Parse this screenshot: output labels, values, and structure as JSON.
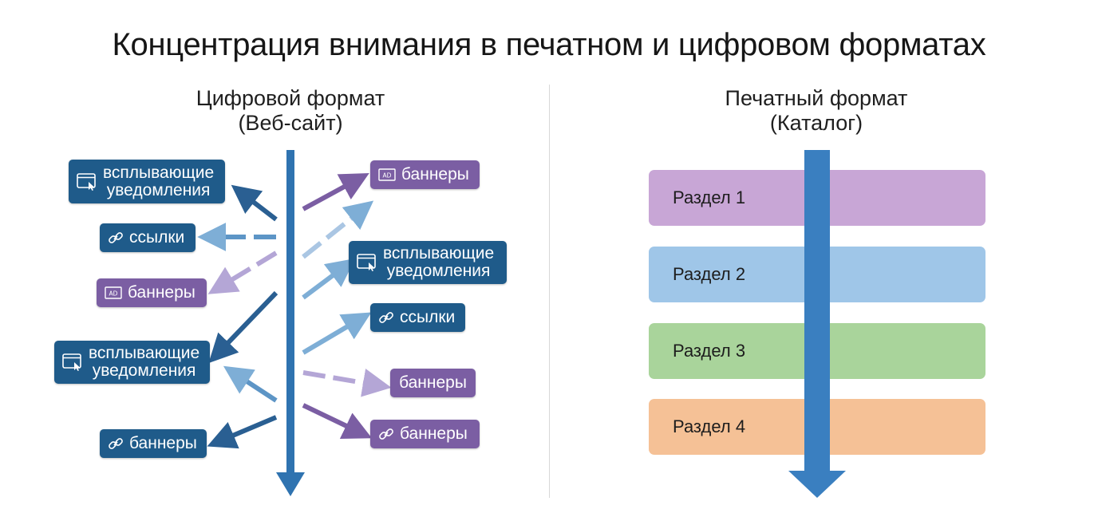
{
  "title": "Концентрация внимания в печатном и цифровом форматах",
  "digital": {
    "heading_line1": "Цифровой формат",
    "heading_line2": "(Веб-сайт)",
    "left_badges": [
      {
        "label_line1": "всплывающие",
        "label_line2": "уведомления",
        "icon": "browser-window-icon",
        "color": "#1f5b8a"
      },
      {
        "label_line1": "ссылки",
        "label_line2": "",
        "icon": "link-icon",
        "color": "#1f5b8a"
      },
      {
        "label_line1": "баннеры",
        "label_line2": "",
        "icon": "ad-icon",
        "color": "#7b5ea3"
      },
      {
        "label_line1": "всплывающие",
        "label_line2": "уведомления",
        "icon": "browser-window-icon",
        "color": "#1f5b8a"
      },
      {
        "label_line1": "баннеры",
        "label_line2": "",
        "icon": "link-icon",
        "color": "#1f5b8a"
      }
    ],
    "right_badges": [
      {
        "label_line1": "баннеры",
        "label_line2": "",
        "icon": "ad-icon",
        "color": "#7b5ea3"
      },
      {
        "label_line1": "всплывающие",
        "label_line2": "уведомления",
        "icon": "browser-window-icon",
        "color": "#1f5b8a"
      },
      {
        "label_line1": "ссылки",
        "label_line2": "",
        "icon": "link-icon",
        "color": "#1f5b8a"
      },
      {
        "label_line1": "баннеры",
        "label_line2": "",
        "icon": "",
        "color": "#7b5ea3"
      },
      {
        "label_line1": "баннеры",
        "label_line2": "",
        "icon": "link-icon",
        "color": "#7b5ea3"
      }
    ]
  },
  "print": {
    "heading_line1": "Печатный формат",
    "heading_line2": "(Каталог)",
    "sections": [
      {
        "label": "Раздел 1",
        "color": "#c8a6d6"
      },
      {
        "label": "Раздел 2",
        "color": "#9fc6e8"
      },
      {
        "label": "Раздел 3",
        "color": "#a9d49b"
      },
      {
        "label": "Раздел 4",
        "color": "#f5c196"
      }
    ]
  },
  "colors": {
    "main_arrow": "#3a7fc0",
    "dark_blue": "#2a5f92",
    "light_blue": "#7eaed6",
    "purple": "#7b5ea3",
    "light_purple": "#b4a6d6"
  }
}
